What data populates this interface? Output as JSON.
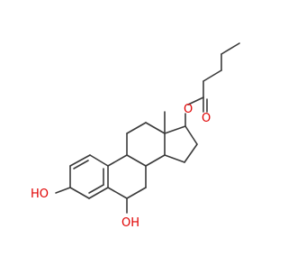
{
  "structure": {
    "colors": {
      "bond": "#3a3a3a",
      "oxygen": "#e00000",
      "carbon_label": "#3a3a3a",
      "background": "#ffffff"
    },
    "labels": {
      "ester_oxygen": "O",
      "carbonyl_oxygen": "O",
      "hydroxyl_3": "HO",
      "hydroxyl_6": "OH",
      "methyl": "Me"
    }
  }
}
